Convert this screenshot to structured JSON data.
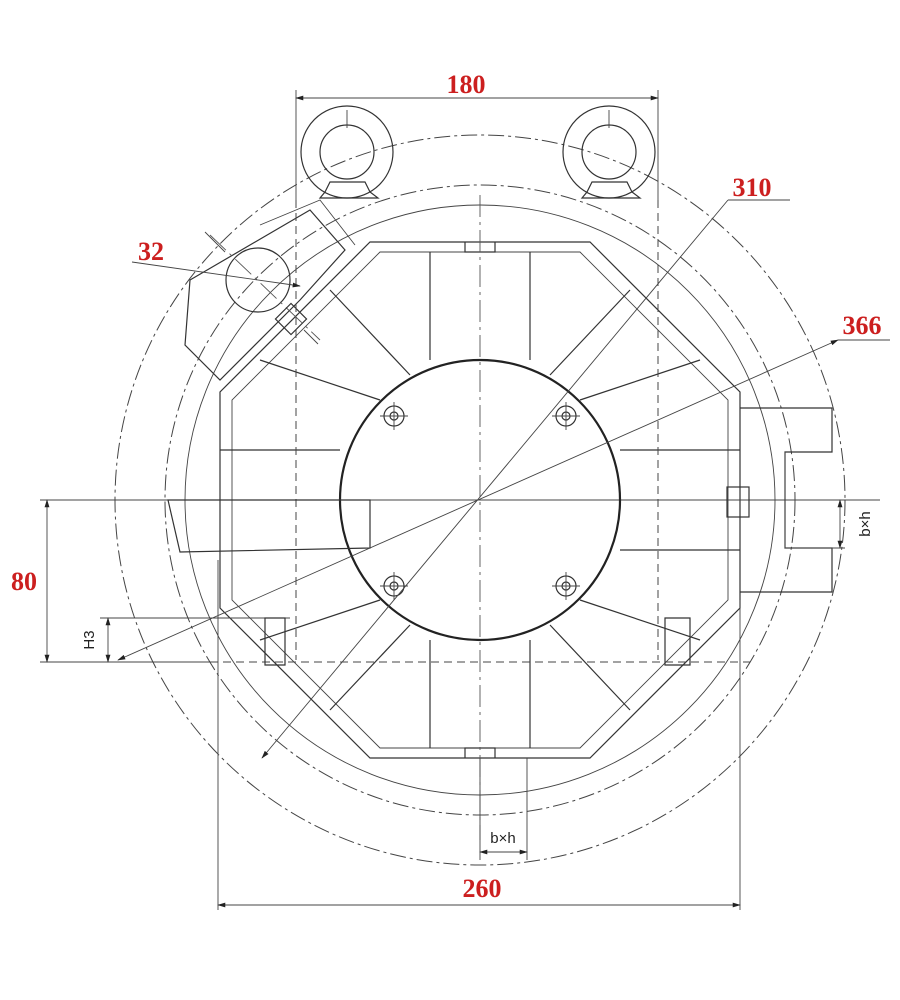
{
  "colors": {
    "dimension": "#cc1f1f",
    "line": "#333333"
  },
  "dimensions": {
    "width_top": "180",
    "diameter_inner": "310",
    "hole": "32",
    "diameter_outer": "366",
    "height_left": "80",
    "width_bottom": "260",
    "key_right": "b×h",
    "key_bottom": "b×h",
    "h3": "H3"
  }
}
